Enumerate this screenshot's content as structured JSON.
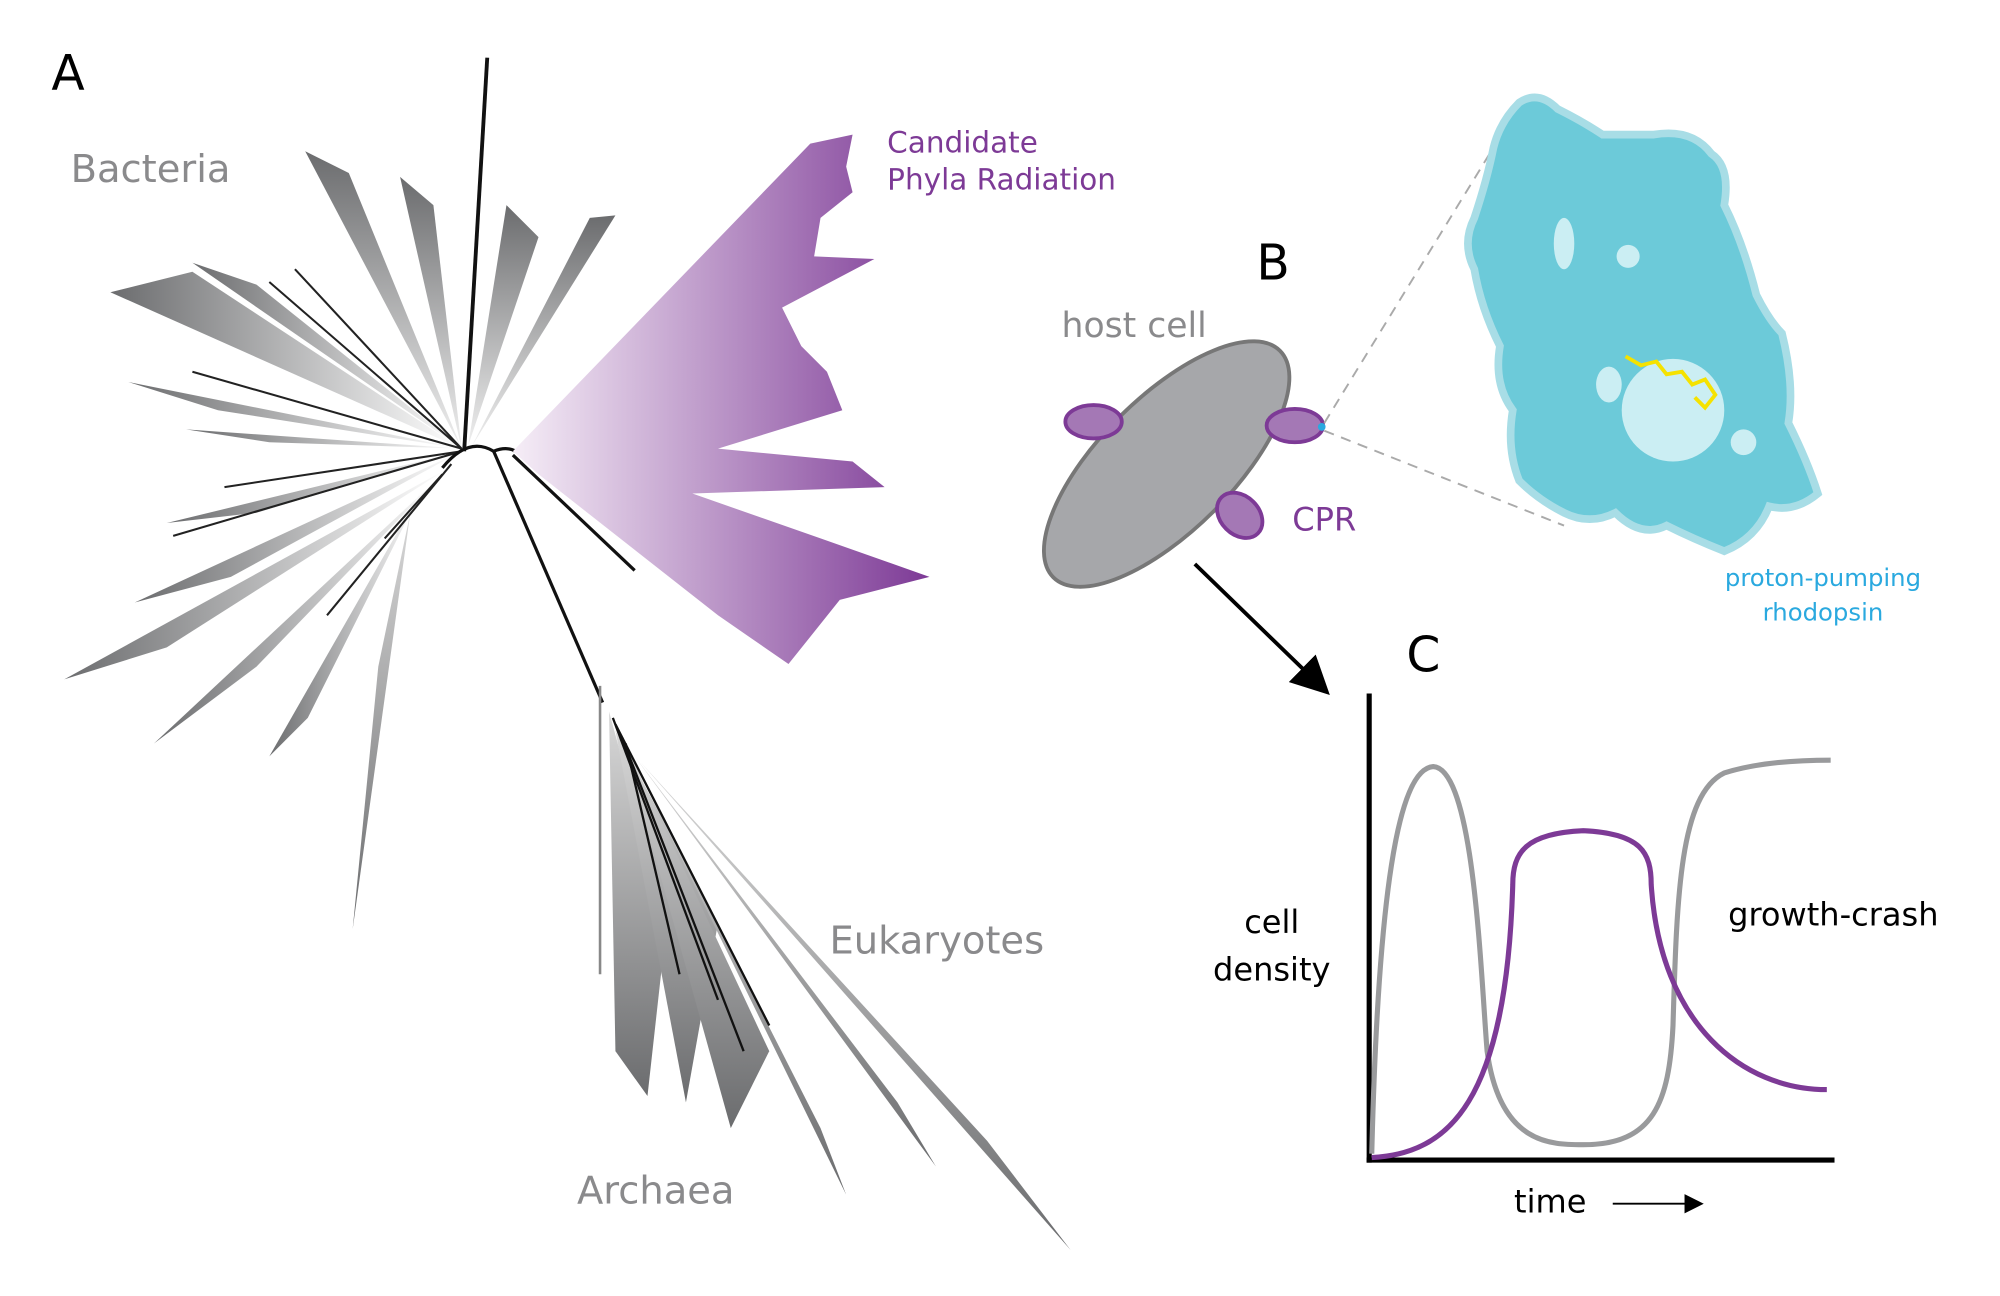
{
  "panels": {
    "a": "A",
    "b": "B",
    "c": "C"
  },
  "tree": {
    "bacteria": "Bacteria",
    "cpr_line1": "Candidate",
    "cpr_line2": "Phyla Radiation",
    "eukaryotes": "Eukaryotes",
    "archaea": "Archaea"
  },
  "cell_diagram": {
    "host_cell": "host cell",
    "cpr": "CPR",
    "protein_line1": "proton-pumping",
    "protein_line2": "rhodopsin"
  },
  "growth_plot": {
    "ylabel_line1": "cell",
    "ylabel_line2": "density",
    "xlabel": "time",
    "series_label": "growth-crash"
  },
  "colors": {
    "cpr": "#7d3a96",
    "host": "#a6a7aa",
    "protein": "#6ccad9",
    "retinal": "#f5e200"
  }
}
